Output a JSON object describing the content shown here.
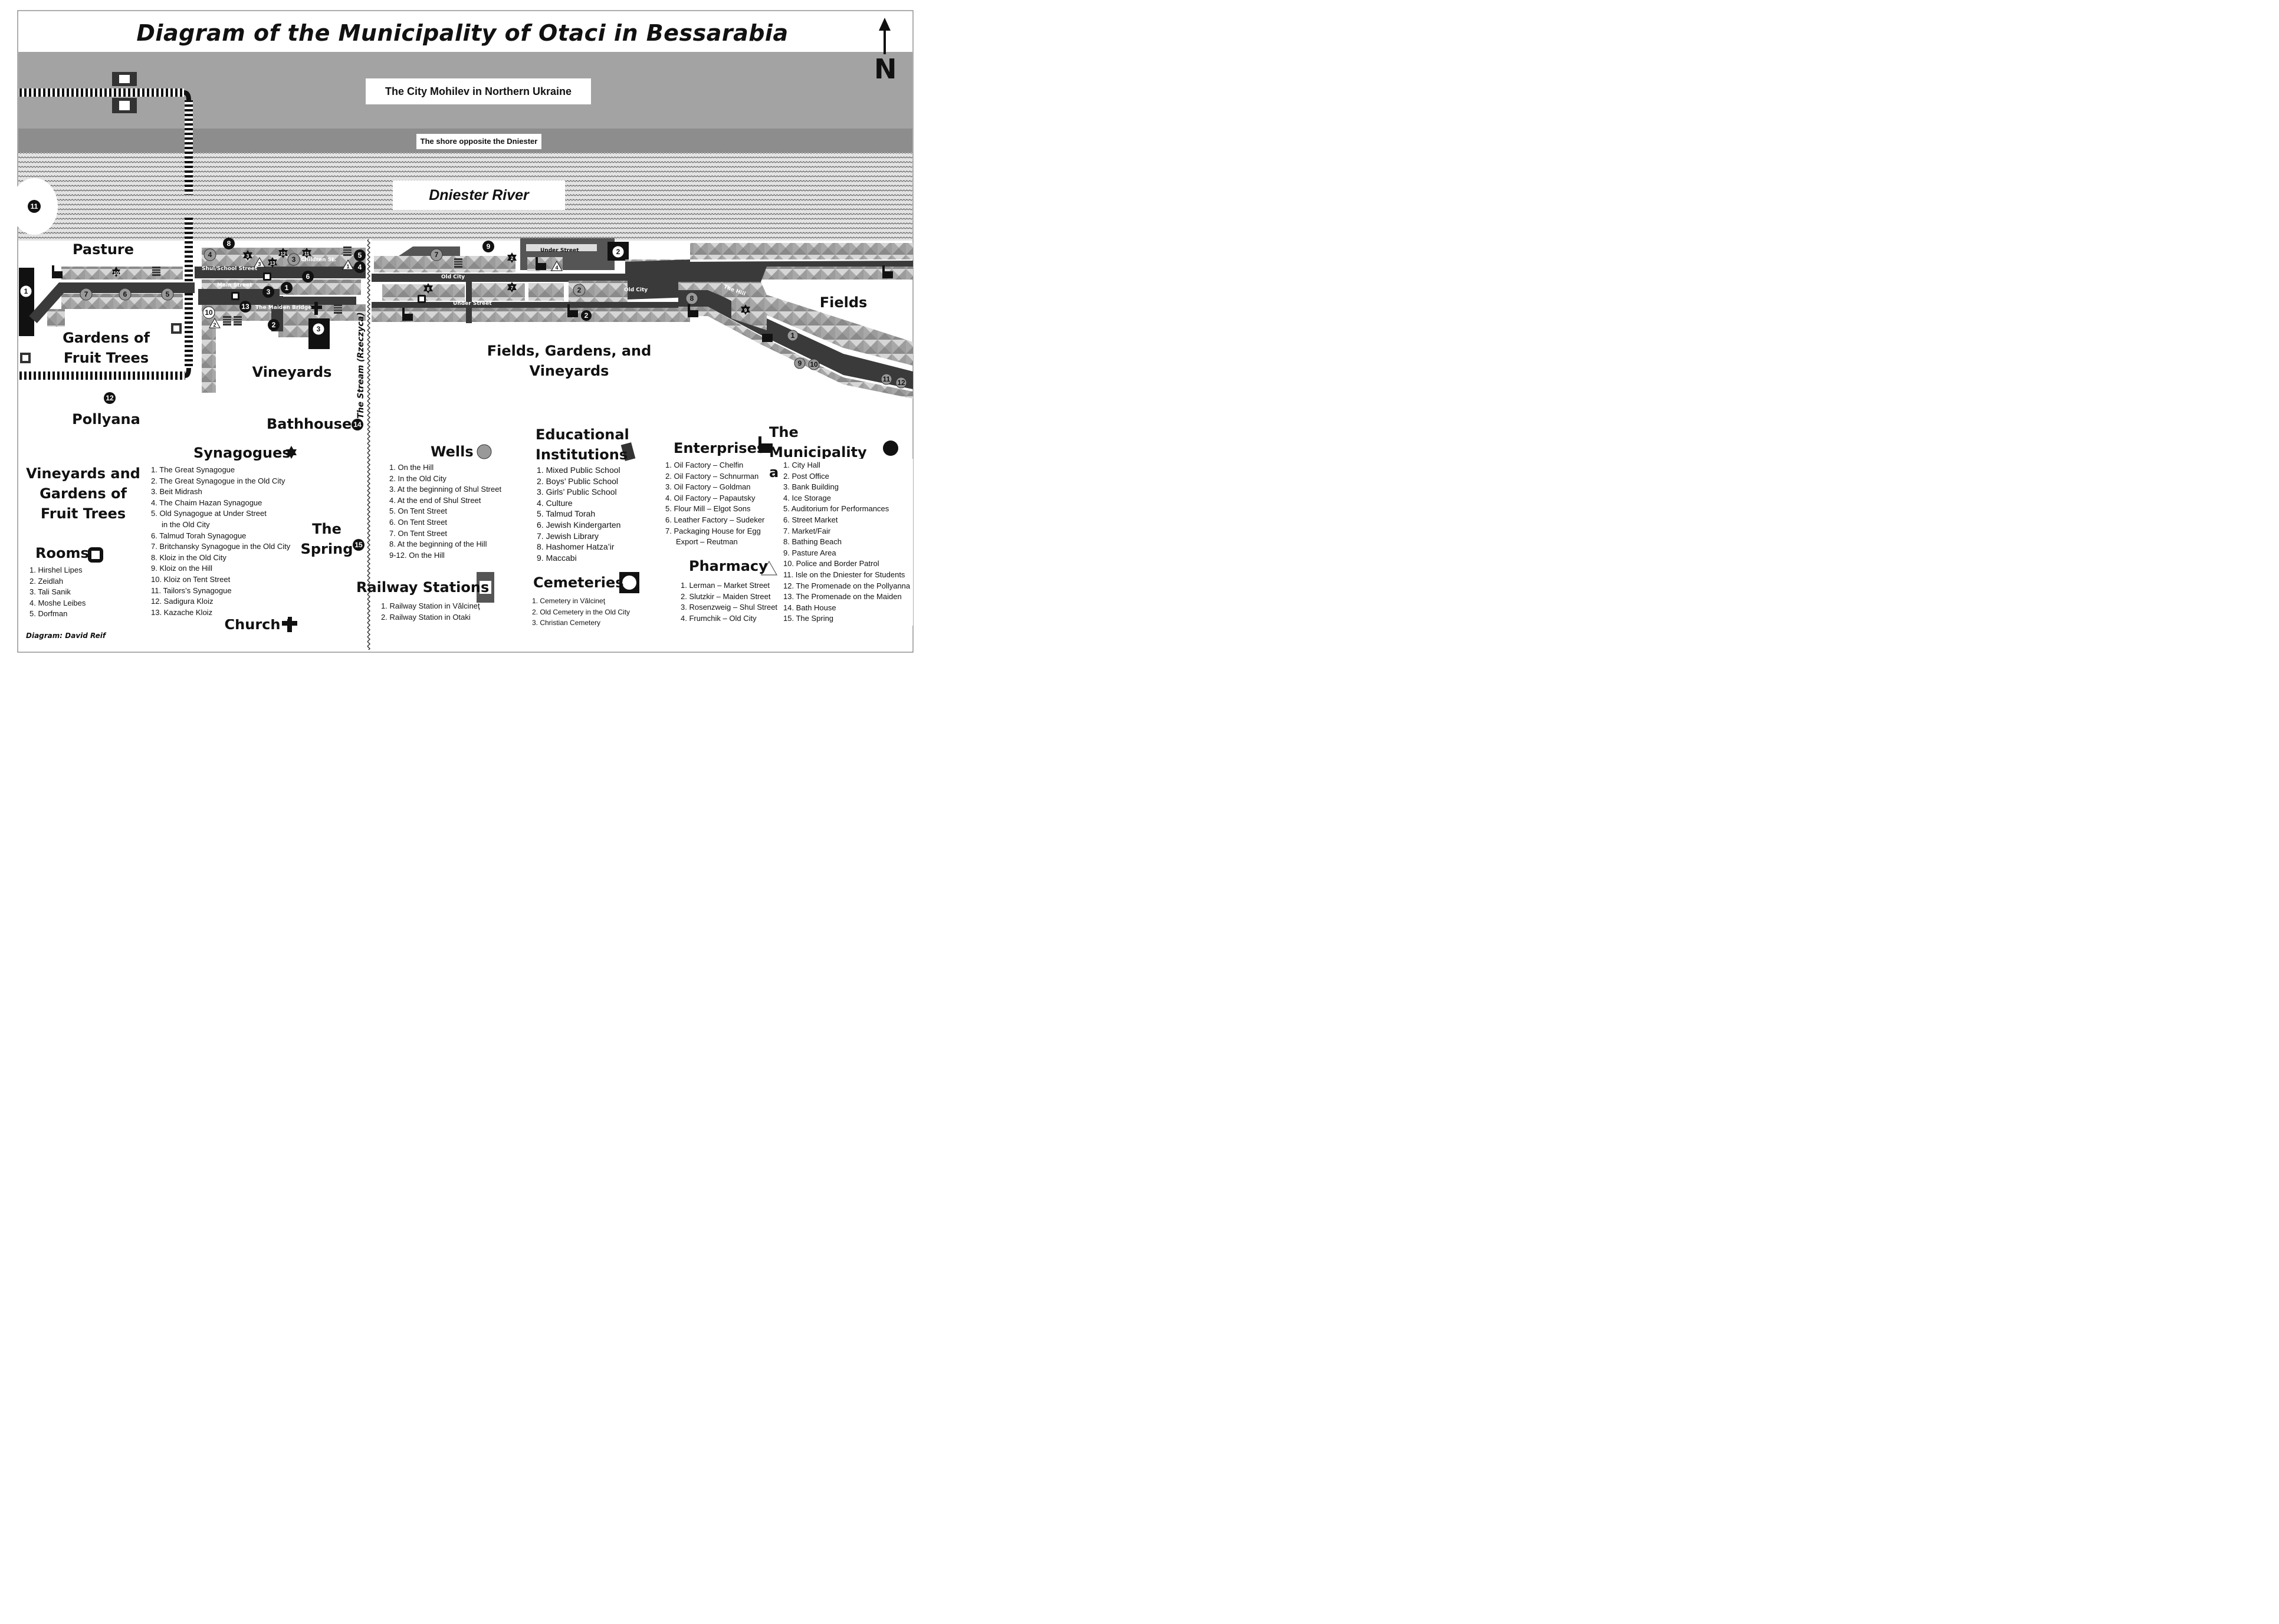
{
  "title": "Diagram of the Municipality of Otaci in Bessarabia",
  "north_label": "N",
  "credit": "Diagram: David Reif",
  "colors": {
    "river": "#d8d8d8",
    "band": "#9a9a9a",
    "street": "#3a3a3a",
    "block": "#b5b5b5",
    "ink": "#111111"
  },
  "map_labels": {
    "mohilev": "The City Mohilev in Northern Ukraine",
    "shore": "The shore opposite the Dniester",
    "river": "Dniester River",
    "pasture": "Pasture",
    "gardens_fruit": "Gardens of Fruit Trees",
    "vineyards": "Vineyards",
    "pollyana": "Pollyana",
    "bathhouse": "Bathhouse",
    "fields_gardens": "Fields, Gardens, and Vineyards",
    "fields": "Fields",
    "stream": "The Stream (Rzeczyca)",
    "vineyards_gardens": "Vineyards and Gardens of Fruit Trees",
    "the_spring": "The Spring",
    "church": "Church"
  },
  "streets": {
    "shul_school": "Shul/School Street",
    "main": "Main Street",
    "maiden_bridge": "The Maiden Bridge",
    "children": "Children St.",
    "old_city_1": "Old City",
    "old_city_2": "Old City",
    "under_1": "Under Street",
    "under_2": "Under Street",
    "hill": "The Hill"
  },
  "markers": {
    "n1": "1",
    "n2": "2",
    "n3": "3",
    "n4": "4",
    "n5": "5",
    "n6": "6",
    "n7": "7",
    "n8": "8",
    "n9": "9",
    "n10": "10",
    "n11": "11",
    "n12": "12",
    "n13": "13",
    "n14": "14",
    "n15": "15"
  },
  "legend": {
    "synagogues": {
      "heading": "Synagogues",
      "icon": "star-of-david-icon",
      "items": [
        "1. The Great Synagogue",
        "2. The Great Synagogue in the Old City",
        "3. Beit Midrash",
        "4. The Chaim Hazan Synagogue",
        "5. Old Synagogue at Under Street",
        "in the Old City",
        "6. Talmud Torah Synagogue",
        "7. Britchansky Synagogue in the Old City",
        "8. Kloiz in the Old City",
        "9. Kloiz on the Hill",
        "10. Kloiz on Tent Street",
        "11. Tailors’s Synagogue",
        "12. Sadigura Kloiz",
        "13. Kazache Kloiz"
      ]
    },
    "wells": {
      "heading": "Wells",
      "icon": "gray-circle-icon",
      "items": [
        "1. On the Hill",
        "2. In the Old City",
        "3. At the beginning of Shul Street",
        "4. At the end of Shul Street",
        "5. On Tent Street",
        "6. On Tent Street",
        "7. On Tent Street",
        "8. At the beginning of the Hill",
        "9-12. On the Hill"
      ]
    },
    "education": {
      "heading": "Educational Institutions",
      "icon": "books-icon",
      "items": [
        "1. Mixed Public School",
        "2. Boys’ Public School",
        "3. Girls’ Public School",
        "4. Culture",
        "5. Talmud Torah",
        "6. Jewish Kindergarten",
        "7. Jewish Library",
        "8. Hashomer Hatza’ir",
        "9. Maccabi"
      ]
    },
    "enterprises": {
      "heading": "Enterprises",
      "icon": "factory-icon",
      "items": [
        "1. Oil Factory – Chelfin",
        "2. Oil Factory – Schnurman",
        "3. Oil Factory – Goldman",
        "4. Oil Factory – Papautsky",
        "5. Flour Mill – Elgot Sons",
        "6. Leather Factory – Sudeker",
        "7. Packaging House for Egg",
        "Export – Reutman"
      ]
    },
    "municipality": {
      "heading": "The Municipality and Branches",
      "icon": "black-circle-icon",
      "items": [
        "1. City Hall",
        "2. Post Office",
        "3. Bank Building",
        "4. Ice Storage",
        "5. Auditorium for Performances",
        "6. Street Market",
        "7. Market/Fair",
        "8. Bathing Beach",
        "9. Pasture Area",
        "10. Police and Border Patrol",
        "11. Isle on the Dniester for Students",
        "12. The Promenade on the Pollyanna",
        "13. The Promenade on the Maiden",
        "14. Bath House",
        "15. The Spring"
      ]
    },
    "rooms": {
      "heading": "Rooms",
      "icon": "rounded-square-icon",
      "items": [
        "1. Hirshel Lipes",
        "2. Zeidlah",
        "3. Tali Sanik",
        "4. Moshe Leibes",
        "5. Dorfman"
      ]
    },
    "railway": {
      "heading": "Railway Stations",
      "icon": "station-square-icon",
      "items": [
        "1. Railway Station in Vălcineţ",
        "2. Railway Station in Otaki"
      ]
    },
    "cemeteries": {
      "heading": "Cemeteries",
      "icon": "ring-square-icon",
      "items": [
        "1. Cemetery in Vălcineţ",
        "2. Old Cemetery in the Old City",
        "3. Christian Cemetery"
      ]
    },
    "pharmacy": {
      "heading": "Pharmacy",
      "icon": "triangle-icon",
      "items": [
        "1. Lerman – Market Street",
        "2. Slutzkir – Maiden Street",
        "3. Rosenzweig – Shul Street",
        "4. Frumchik – Old City"
      ]
    }
  }
}
